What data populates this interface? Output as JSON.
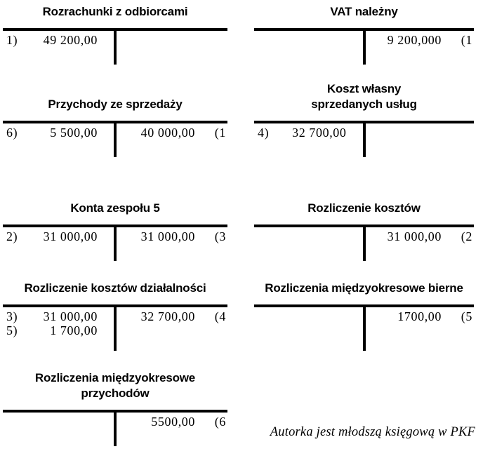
{
  "accounts": [
    {
      "title_lines": [
        "Rozrachunki z odbiorcami"
      ],
      "debits": [
        {
          "ref": "1)",
          "amount": "49 200,00"
        }
      ],
      "credits": []
    },
    {
      "title_lines": [
        "VAT należny"
      ],
      "debits": [],
      "credits": [
        {
          "amount": "9 200,000",
          "ref": "(1"
        }
      ]
    },
    {
      "title_lines": [
        "Przychody ze sprzedaży"
      ],
      "debits": [
        {
          "ref": "6)",
          "amount": "5 500,00"
        }
      ],
      "credits": [
        {
          "amount": "40 000,00",
          "ref": "(1"
        }
      ]
    },
    {
      "title_lines": [
        "Koszt własny",
        "sprzedanych usług"
      ],
      "debits": [
        {
          "ref": "4)",
          "amount": "32 700,00"
        }
      ],
      "credits": []
    },
    {
      "title_lines": [
        "Konta zespołu 5"
      ],
      "debits": [
        {
          "ref": "2)",
          "amount": "31 000,00"
        }
      ],
      "credits": [
        {
          "amount": "31 000,00",
          "ref": "(3"
        }
      ]
    },
    {
      "title_lines": [
        "Rozliczenie kosztów"
      ],
      "debits": [],
      "credits": [
        {
          "amount": "31 000,00",
          "ref": "(2"
        }
      ]
    },
    {
      "title_lines": [
        "Rozliczenie kosztów działalności"
      ],
      "debits": [
        {
          "ref": "3)",
          "amount": "31 000,00"
        },
        {
          "ref": "5)",
          "amount": "1 700,00"
        }
      ],
      "credits": [
        {
          "amount": "32 700,00",
          "ref": "(4"
        }
      ]
    },
    {
      "title_lines": [
        "Rozliczenia międzyokresowe bierne"
      ],
      "debits": [],
      "credits": [
        {
          "amount": "1700,00",
          "ref": "(5"
        }
      ]
    },
    {
      "title_lines": [
        "Rozliczenia międzyokresowe",
        "przychodów"
      ],
      "debits": [],
      "credits": [
        {
          "amount": "5500,00",
          "ref": "(6"
        }
      ]
    }
  ],
  "footer": {
    "caption": "Autorka jest młodszą księgową w PKF"
  },
  "colors": {
    "ink": "#000000",
    "background": "#ffffff"
  }
}
